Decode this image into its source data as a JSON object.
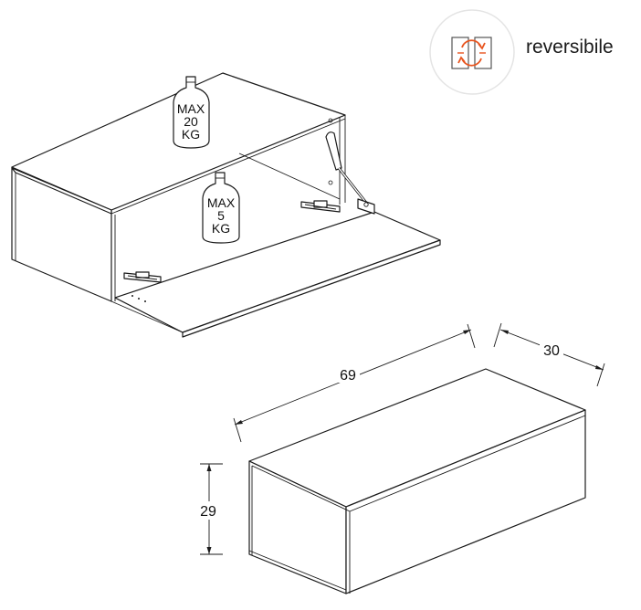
{
  "badge": {
    "label": "reversibile",
    "icon": "reversible-rotate-icon",
    "accent_color": "#e8541e",
    "ring_color": "#e4e4e4"
  },
  "weights": {
    "top": {
      "line1": "MAX",
      "line2": "20",
      "line3": "KG"
    },
    "shelf": {
      "line1": "MAX",
      "line2": "5",
      "line3": "KG"
    }
  },
  "dimensions": {
    "width": "69",
    "depth": "30",
    "height": "29"
  },
  "colors": {
    "stroke": "#1a1a1a",
    "background": "#ffffff"
  }
}
